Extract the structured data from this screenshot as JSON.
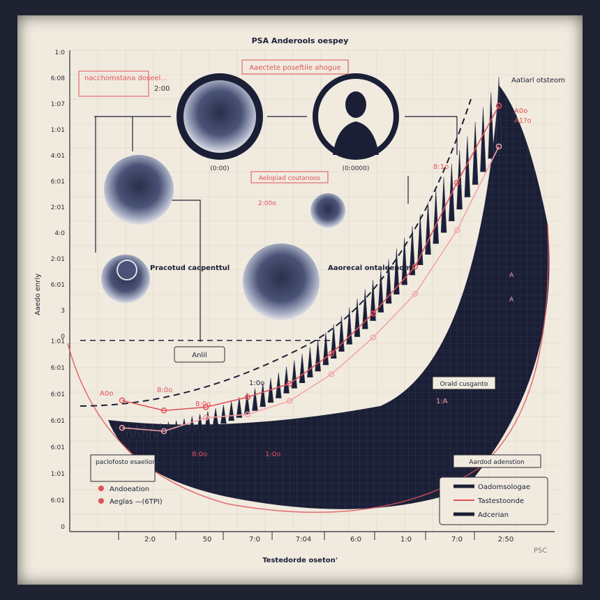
{
  "chart_data": {
    "type": "line",
    "title": "PSA Anderools oespey",
    "xlabel": "Testedorde oseton'",
    "ylabel": "Aaedo enriy",
    "x_ticks": [
      "2:0",
      "50",
      "7:0",
      "7:04",
      "6:0",
      "1:0",
      "7:0",
      "2:50"
    ],
    "x_end_label": "PSC",
    "y_ticks_upper": [
      "1:0",
      "6:08",
      "1:07",
      "1:01",
      "4:01",
      "6:01",
      "2:01",
      "4:0",
      "2:01",
      "6:01",
      "3",
      "0"
    ],
    "y_ticks_lower": [
      "1:01",
      "6:01",
      "6:01",
      "6:01",
      "6:01",
      "1:01",
      "6:01",
      "0"
    ],
    "series": [
      {
        "name": "Andoeation",
        "x": [
          1,
          2,
          3,
          4,
          5,
          6,
          7,
          8,
          9,
          10
        ],
        "values": [
          1.0,
          0.7,
          0.8,
          1.1,
          1.5,
          2.4,
          3.6,
          5.0,
          7.5,
          9.8
        ]
      },
      {
        "name": "Tastestoonde",
        "x": [
          1,
          2,
          3,
          4,
          5,
          6,
          7,
          8,
          9,
          10
        ],
        "values": [
          0.6,
          0.5,
          0.9,
          1.0,
          1.4,
          2.2,
          3.3,
          4.6,
          6.5,
          9.0
        ]
      }
    ],
    "annotations": [
      "Aaectete poseftile ahogue",
      "Aatiarl otsteom",
      "A0o",
      "A1?o",
      "Aelopiad coutanoos",
      "2:00o",
      "Aaorecal ontaleenom",
      "Anlil",
      "Orald cusganto",
      "Aardod adenstion",
      "A0o",
      "8:0o",
      "8:0o",
      "8:0o",
      "1:0o",
      "8:1o",
      "1:0o",
      "1:A",
      "A",
      "A"
    ],
    "legend_bottom_left": {
      "title": "paclofosto esaelion",
      "items": [
        "Andoeation",
        "Aeglas —(6TPI)"
      ]
    },
    "legend_bottom_right": {
      "items": [
        "Oadomsologae",
        "Tastestoonde",
        "Adcerian"
      ]
    },
    "legend_position": "bottom-right",
    "colors": {
      "dark": "#1b1f36",
      "red": "#e0525a",
      "paper": "#f1ebdf",
      "pink": "#f3a4a9"
    }
  },
  "labels": {
    "cell_top_left": "nacchomstana doseel...",
    "cell_top_left_value": "2:00",
    "circle_1": "(0:00)",
    "circle_2": "(0:0000)",
    "cell_left_mid": "Pracotud cacpenttul"
  }
}
